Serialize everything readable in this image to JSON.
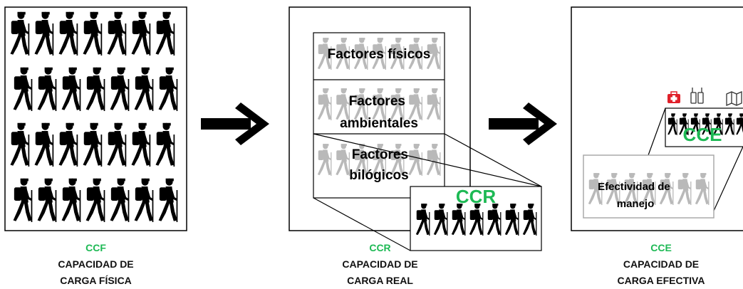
{
  "colors": {
    "accent": "#1db954",
    "walker_dark": "#000000",
    "walker_light": "#b9b9b9",
    "panel_border": "#888888",
    "icon_red": "#e0202a"
  },
  "panels": [
    {
      "acronym": "CCF",
      "title_line1": "CAPACIDAD DE",
      "title_line2": "CARGA FÍSICA"
    },
    {
      "acronym": "CCR",
      "title_line1": "CAPACIDAD DE",
      "title_line2": "CARGA REAL",
      "factors": [
        {
          "line1": "Factores físicos",
          "line2": ""
        },
        {
          "line1": "Factores",
          "line2": "ambientales"
        },
        {
          "line1": "Factores",
          "line2": "bilógicos"
        }
      ],
      "inset_label": "CCR"
    },
    {
      "acronym": "CCE",
      "title_line1": "CAPACIDAD DE",
      "title_line2": "CARGA EFECTIVA",
      "management": {
        "line1": "Efectividad de",
        "line2": "manejo"
      },
      "inset_label": "CCE",
      "icons": [
        "first-aid-kit-icon",
        "walkie-talkie-icon",
        "map-icon"
      ]
    }
  ]
}
